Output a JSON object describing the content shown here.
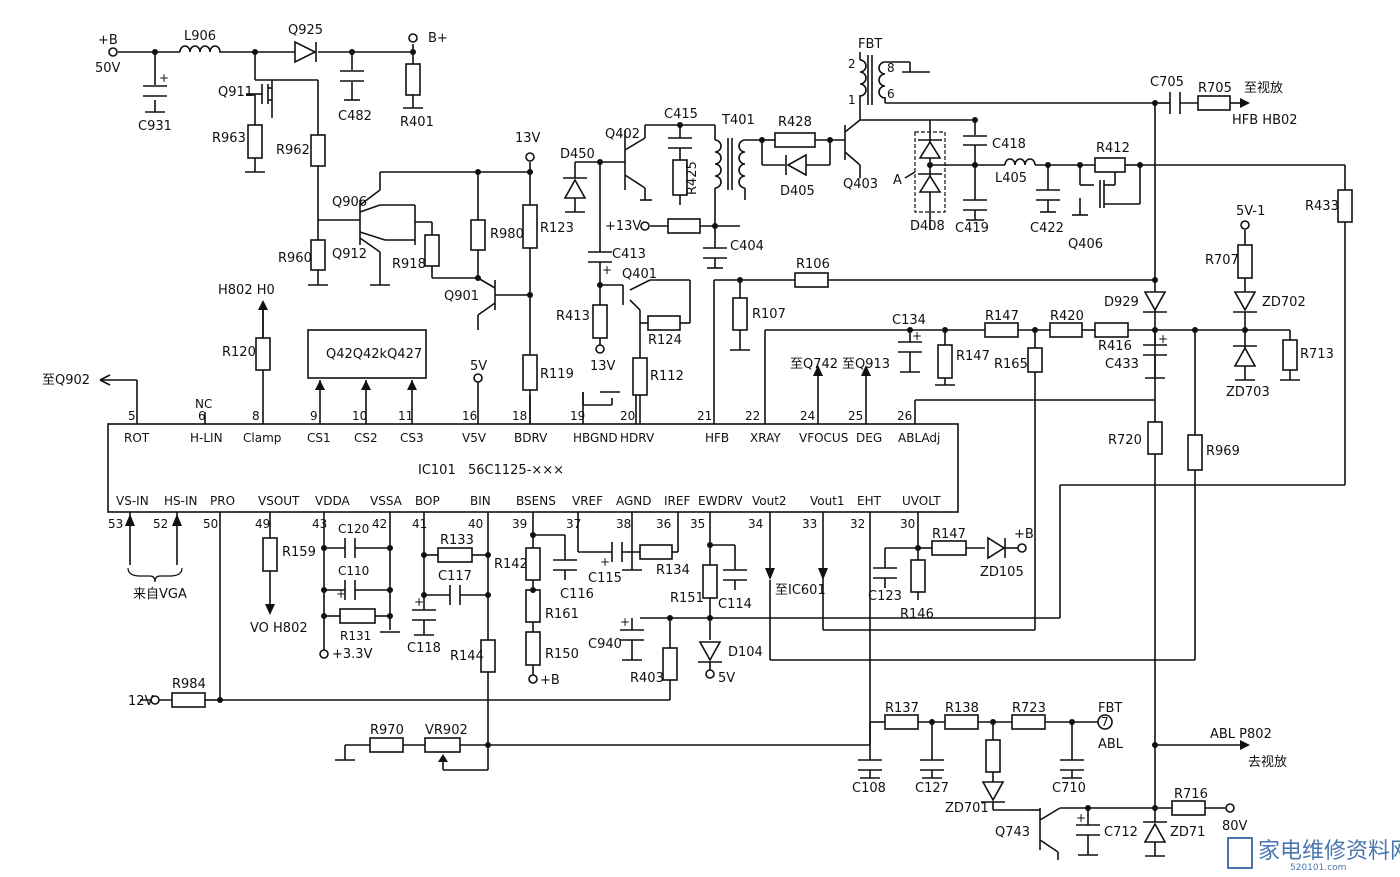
{
  "ic": {
    "ref": "IC101",
    "part": "56C1125-×××",
    "top_pins": [
      {
        "num": "5",
        "name": "ROT"
      },
      {
        "num": "6",
        "name": "H-LIN"
      },
      {
        "num": "8",
        "name": "Clamp"
      },
      {
        "num": "9",
        "name": "CS1"
      },
      {
        "num": "10",
        "name": "CS2"
      },
      {
        "num": "11",
        "name": "CS3"
      },
      {
        "num": "16",
        "name": "V5V"
      },
      {
        "num": "18",
        "name": "BDRV"
      },
      {
        "num": "19",
        "name": "HBGND"
      },
      {
        "num": "20",
        "name": "HDRV"
      },
      {
        "num": "21",
        "name": "HFB"
      },
      {
        "num": "22",
        "name": "XRAY"
      },
      {
        "num": "24",
        "name": "VFOCUS"
      },
      {
        "num": "25",
        "name": "DEG"
      },
      {
        "num": "26",
        "name": "ABLAdj"
      }
    ],
    "bottom_pins": [
      {
        "num": "53",
        "name": "VS-IN"
      },
      {
        "num": "52",
        "name": "HS-IN"
      },
      {
        "num": "50",
        "name": "PRO"
      },
      {
        "num": "49",
        "name": "VSOUT"
      },
      {
        "num": "43",
        "name": "VDDA"
      },
      {
        "num": "42",
        "name": "VSSA"
      },
      {
        "num": "41",
        "name": "BOP"
      },
      {
        "num": "40",
        "name": "BIN"
      },
      {
        "num": "39",
        "name": "BSENS"
      },
      {
        "num": "37",
        "name": "VREF"
      },
      {
        "num": "38",
        "name": "AGND"
      },
      {
        "num": "36",
        "name": "IREF"
      },
      {
        "num": "35",
        "name": "EWDRV"
      },
      {
        "num": "34",
        "name": "Vout2"
      },
      {
        "num": "33",
        "name": "Vout1"
      },
      {
        "num": "32",
        "name": "EHT"
      },
      {
        "num": "30",
        "name": "UVOLT"
      }
    ]
  },
  "labels": {
    "plus_b": "+B",
    "v50": "50V",
    "b_plus": "B+",
    "fbt": "FBT",
    "fbt_pin2": "2",
    "fbt_pin1": "1",
    "fbt_pin8": "8",
    "fbt_pin6": "6",
    "to_video_amp": "至视放",
    "hfb_hb02": "HFB HB02",
    "v13_top": "13V",
    "v13_feed": "+13V",
    "v13_bottom": "13V",
    "v5_pin16": "5V",
    "v5v_1": "5V-1",
    "point_a": "A",
    "h802_h0": "H802 H0",
    "nc": "NC",
    "to_q902": "至Q902",
    "to_q742": "至Q742",
    "to_q913": "至Q913",
    "from_vga": "来自VGA",
    "vo_h802": "VO H802",
    "v3_3": "+3.3V",
    "plus_b_bottom": "+B",
    "to_ic601": "至IC601",
    "v5_d104": "5V",
    "v12": "12V",
    "plus_b_zd105": "+B",
    "fbt_7": "FBT",
    "pin7": "7",
    "abl": "ABL",
    "abl_p802": "ABL  P802",
    "to_video_amp2": "去视放",
    "v80": "80V"
  },
  "components": {
    "L906": "L906",
    "Q925": "Q925",
    "C931": "C931",
    "Q911": "Q911",
    "C482": "C482",
    "R401": "R401",
    "R963": "R963",
    "R962": "R962",
    "Q906": "Q906",
    "Q912": "Q912",
    "R960": "R960",
    "R918": "R918",
    "Q901": "Q901",
    "R980": "R980",
    "R123": "R123",
    "R119": "R119",
    "Q42x": "Q42Q42kQ427",
    "R120": "R120",
    "D450": "D450",
    "Q402": "Q402",
    "C415": "C415",
    "R425": "R425",
    "T401": "T401",
    "R428": "R428",
    "D405": "D405",
    "Q403": "Q403",
    "C413": "C413",
    "C404": "C404",
    "Q401": "Q401",
    "R413": "R413",
    "R124": "R124",
    "R112": "R112",
    "D408": "D408",
    "C418": "C418",
    "L405": "L405",
    "C419": "C419",
    "C422": "C422",
    "R412": "R412",
    "Q406": "Q406",
    "C705": "C705",
    "R705": "R705",
    "R433": "R433",
    "R106": "R106",
    "R107": "R107",
    "D929": "D929",
    "R707": "R707",
    "ZD702": "ZD702",
    "ZD703": "ZD703",
    "R713": "R713",
    "C134": "C134",
    "R147a": "R147",
    "R147b": "R147",
    "R420": "R420",
    "R416": "R416",
    "C433": "C433",
    "R165": "R165",
    "R720": "R720",
    "R969": "R969",
    "R159": "R159",
    "C120": "C120",
    "C110": "C110",
    "R131": "R131",
    "C118": "C118",
    "R133": "R133",
    "C117": "C117",
    "R142": "R142",
    "R161": "R161",
    "R150": "R150",
    "R144": "R144",
    "C116": "C116",
    "C115": "C115",
    "R134": "R134",
    "R151": "R151",
    "C114": "C114",
    "C940": "C940",
    "R403": "R403",
    "D104": "D104",
    "R147c": "R147",
    "ZD105": "ZD105",
    "C123": "C123",
    "R146": "R146",
    "R984": "R984",
    "R970": "R970",
    "VR902": "VR902",
    "R137": "R137",
    "R138": "R138",
    "R723": "R723",
    "C108": "C108",
    "C127": "C127",
    "C710": "C710",
    "ZD701": "ZD701",
    "Q743": "Q743",
    "C712": "C712",
    "ZD71": "ZD71",
    "R716": "R716"
  },
  "watermark": {
    "text": "家电维修资料网",
    "url": "520101.com"
  }
}
